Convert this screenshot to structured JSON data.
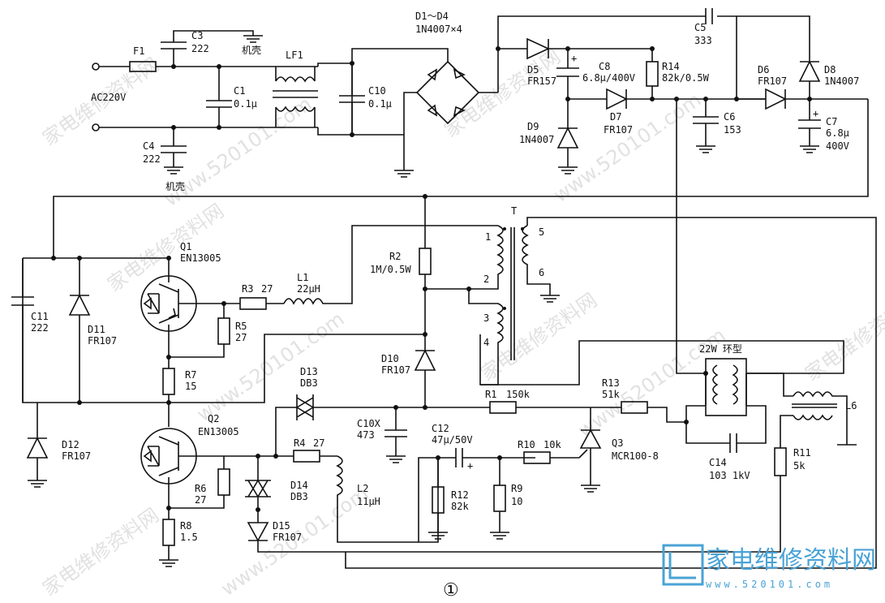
{
  "diagram": {
    "figure_number": "①",
    "input": "AC220V",
    "chassis_label": "机壳",
    "components": {
      "F1": {
        "name": "F1"
      },
      "C3": {
        "name": "C3",
        "value": "222"
      },
      "C1": {
        "name": "C1",
        "value": "0.1μ"
      },
      "C4": {
        "name": "C4",
        "value": "222"
      },
      "LF1": {
        "name": "LF1"
      },
      "C10": {
        "name": "C10",
        "value": "0.1μ"
      },
      "BRIDGE": {
        "name": "D1～D4",
        "value": "1N4007×4"
      },
      "C5": {
        "name": "C5",
        "value": "333"
      },
      "D5": {
        "name": "D5",
        "value": "FR157"
      },
      "C8": {
        "name": "C8",
        "value": "6.8μ/400V"
      },
      "R14": {
        "name": "R14",
        "value": "82k/0.5W"
      },
      "D6": {
        "name": "D6",
        "value": "FR107"
      },
      "D8": {
        "name": "D8",
        "value": "1N4007"
      },
      "D7": {
        "name": "D7",
        "value": "FR107"
      },
      "C6": {
        "name": "C6",
        "value": "153"
      },
      "C7": {
        "name": "C7",
        "value": "6.8μ",
        "value2": "400V"
      },
      "D9": {
        "name": "D9",
        "value": "1N4007"
      },
      "Q1": {
        "name": "Q1",
        "value": "EN13005"
      },
      "Q2": {
        "name": "Q2",
        "value": "EN13005"
      },
      "C11": {
        "name": "C11",
        "value": "222"
      },
      "D11": {
        "name": "D11",
        "value": "FR107"
      },
      "D12": {
        "name": "D12",
        "value": "FR107"
      },
      "R3": {
        "name": "R3",
        "value": "27"
      },
      "L1": {
        "name": "L1",
        "value": "22μH"
      },
      "R5": {
        "name": "R5",
        "value": "27"
      },
      "R7": {
        "name": "R7",
        "value": "15"
      },
      "R2": {
        "name": "R2",
        "value": "1M/0.5W"
      },
      "T": {
        "name": "T"
      },
      "D10": {
        "name": "D10",
        "value": "FR107"
      },
      "D13": {
        "name": "D13",
        "value": "DB3"
      },
      "C10X": {
        "name": "C10X",
        "value": "473"
      },
      "R1": {
        "name": "R1",
        "value": "150k"
      },
      "R13": {
        "name": "R13",
        "value": "51k"
      },
      "LAMP": {
        "name": "22W 环型"
      },
      "L6": {
        "name": "L6"
      },
      "C12": {
        "name": "C12",
        "value": "47μ/50V"
      },
      "R10": {
        "name": "R10",
        "value": "10k"
      },
      "Q3": {
        "name": "Q3",
        "value": "MCR100-8"
      },
      "C14": {
        "name": "C14",
        "value": "103 1kV"
      },
      "R11": {
        "name": "R11",
        "value": "5k"
      },
      "R4": {
        "name": "R4",
        "value": "27"
      },
      "R6": {
        "name": "R6",
        "value": "27"
      },
      "D14": {
        "name": "D14",
        "value": "DB3"
      },
      "L2": {
        "name": "L2",
        "value": "11μH"
      },
      "R12": {
        "name": "R12",
        "value": "82k"
      },
      "R9": {
        "name": "R9",
        "value": "10"
      },
      "R8": {
        "name": "R8",
        "value": "1.5"
      },
      "D15": {
        "name": "D15",
        "value": "FR107"
      }
    },
    "transformer_pins": [
      "1",
      "2",
      "3",
      "4",
      "5",
      "6"
    ],
    "watermark": "家电维修资料网",
    "watermark_url": "www.520101.com",
    "logo": {
      "text": "家电维修资料网",
      "url": "www.520101.com"
    }
  }
}
